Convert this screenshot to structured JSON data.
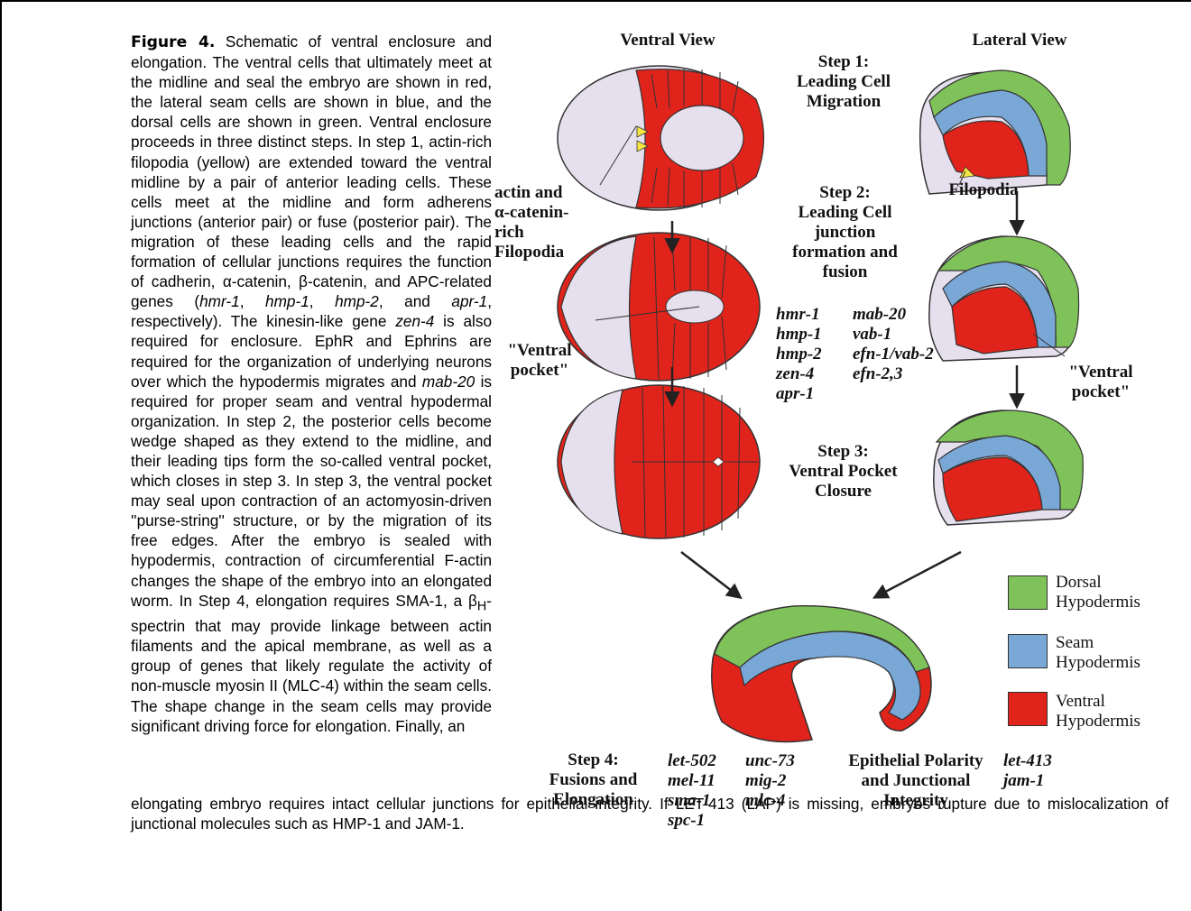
{
  "caption": {
    "label": "Figure 4.",
    "p1": " Schematic of ventral enclosure and elongation. The ventral cells that ultimately meet at the midline and seal the embryo are shown in red, the lateral seam cells are shown in blue, and the dorsal cells are shown in green. Ventral enclosure proceeds in three distinct steps. In step 1, actin-rich filopodia (yellow) are extended toward the ventral midline by a pair of anterior leading cells. These cells meet at the midline and form adherens junctions (anterior pair) or fuse (posterior pair). The migration of these leading cells and the rapid formation of cellular junctions requires the function of cadherin, α-catenin, β-catenin, and APC-related genes (",
    "g_hmr1": "hmr-1",
    "s1": ", ",
    "g_hmp1": "hmp-1",
    "s2": ", ",
    "g_hmp2": "hmp-2",
    "s3": ", and ",
    "g_apr1": "apr-1",
    "s4": ", respectively). The kinesin-like gene ",
    "g_zen4": "zen-4",
    "s5": " is also required for enclosure. EphR and Ephrins are required for the organization of underlying neurons over which the hypodermis migrates and ",
    "g_mab20": "mab-20",
    "s6": " is required for proper seam and ventral hypodermal organization. In step 2, the posterior cells become wedge shaped as they extend to the midline, and their leading tips form the so-called ventral pocket, which closes in step 3. In step 3, the ventral pocket may seal upon contraction of an actomyosin-driven ''purse-string'' structure, or by the migration of its free edges. After the embryo is sealed with hypodermis, contraction of circumferential F-actin changes the shape of the embryo into an elongated worm. In Step 4, elongation requires SMA-1, a β",
    "sub_h": "H",
    "s7": "-spectrin that may provide linkage between actin filaments and the apical membrane, as well as a group of genes that likely regulate the activity of non-muscle myosin II (MLC-4) within the seam cells. The shape change in the seam cells may provide significant driving force for elongation. Finally, an",
    "tail": "elongating embryo requires intact cellular junctions for epithelial integrity. If LET-413 (LAP) is missing, embryos rupture due to mislocalization of junctional molecules such as HMP-1 and JAM-1."
  },
  "figure": {
    "ventral_view": "Ventral View",
    "lateral_view": "Lateral View",
    "step1": [
      "Step 1:",
      "Leading Cell",
      "Migration"
    ],
    "step2": [
      "Step 2:",
      "Leading Cell",
      "junction",
      "formation and",
      "fusion"
    ],
    "step3": [
      "Step 3:",
      "Ventral Pocket",
      "Closure"
    ],
    "step4": [
      "Step 4:",
      "Fusions and",
      "Elongation"
    ],
    "actin_label": [
      "actin and",
      "α-catenin-",
      "rich",
      "Filopodia"
    ],
    "filopodia": "Filopodia",
    "ventral_pocket_left": [
      "\"Ventral",
      "pocket\""
    ],
    "ventral_pocket_right": [
      "\"Ventral",
      "pocket\""
    ],
    "genes_step2_col1": [
      "hmr-1",
      "hmp-1",
      "hmp-2",
      "zen-4",
      "apr-1"
    ],
    "genes_step2_col2": [
      "mab-20",
      "vab-1",
      "efn-1/vab-2",
      "efn-2,3"
    ],
    "genes_step4_col1": [
      "let-502",
      "mel-11",
      "sma-1",
      "spc-1"
    ],
    "genes_step4_col2": [
      "unc-73",
      "mig-2",
      "mlc-4"
    ],
    "epithelial": [
      "Epithelial Polarity",
      "and Junctional",
      "Integrity"
    ],
    "genes_epi": [
      "let-413",
      "jam-1"
    ]
  },
  "legend": [
    {
      "line1": "Dorsal",
      "line2": "Hypodermis",
      "color": "#7fc25a"
    },
    {
      "line1": "Seam",
      "line2": "Hypodermis",
      "color": "#79a7d6"
    },
    {
      "line1": "Ventral",
      "line2": "Hypodermis",
      "color": "#e0231b"
    }
  ],
  "colors": {
    "red": "#e0231b",
    "green": "#7fc25a",
    "blue": "#79a7d6",
    "lavender": "#e6e0ee",
    "yellow": "#f5e642"
  }
}
